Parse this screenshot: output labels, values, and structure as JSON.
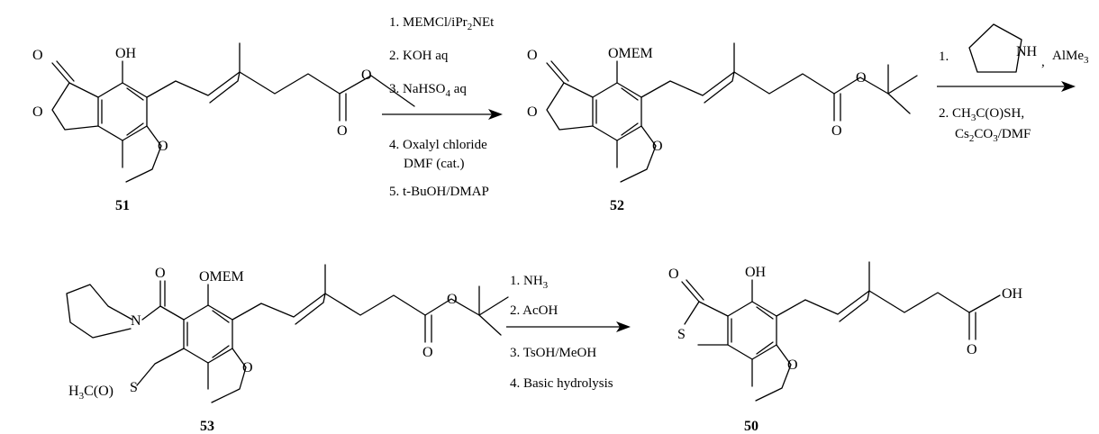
{
  "compounds": {
    "c51": {
      "number": "51",
      "labels": {
        "oh": "OH",
        "o_carbonyl": "O",
        "o_ring": "O",
        "o_methoxy": "O",
        "o_ester_carbonyl": "O",
        "o_ester": "O"
      }
    },
    "c52": {
      "number": "52",
      "labels": {
        "omem": "OMEM",
        "o_carbonyl": "O",
        "o_ring": "O",
        "o_methoxy": "O",
        "o_ester_carbonyl": "O",
        "o_ester": "O"
      }
    },
    "c53": {
      "number": "53",
      "labels": {
        "omem": "OMEM",
        "o_amide": "O",
        "n_amide": "N",
        "o_methoxy": "O",
        "o_ester_carbonyl": "O",
        "o_ester": "O",
        "s": "S",
        "thioacetyl_prefix": "H",
        "thioacetyl_sub": "3",
        "thioacetyl_suffix": "C(O)"
      }
    },
    "c50": {
      "number": "50",
      "labels": {
        "oh": "OH",
        "o_carbonyl": "O",
        "s_ring": "S",
        "o_methoxy": "O",
        "o_acid_carbonyl": "O",
        "oh_acid": "OH"
      }
    }
  },
  "steps": {
    "s1": {
      "line1": "1. MEMCl/iPr",
      "line1_sub": "2",
      "line1_end": "NEt",
      "line2": "2. KOH aq",
      "line3": "3. NaHSO",
      "line3_sub": "4",
      "line3_end": " aq",
      "line4a": "4. Oxalyl chloride",
      "line4b": "DMF (cat.)",
      "line5": "5. t-BuOH/DMAP"
    },
    "s2": {
      "num1": "1.",
      "nh": "NH",
      "comma": ",",
      "reagent": "AlMe",
      "reagent_sub": "3",
      "line2a": "2. CH",
      "line2a_sub": "3",
      "line2a_end": "C(O)SH,",
      "line2b": "Cs",
      "line2b_sub": "2",
      "line2b_mid": "CO",
      "line2b_sub2": "3",
      "line2b_end": "/DMF"
    },
    "s3": {
      "line1": "1. NH",
      "line1_sub": "3",
      "line2": "2. AcOH",
      "line3": "3. TsOH/MeOH",
      "line4": "4. Basic hydrolysis"
    }
  }
}
